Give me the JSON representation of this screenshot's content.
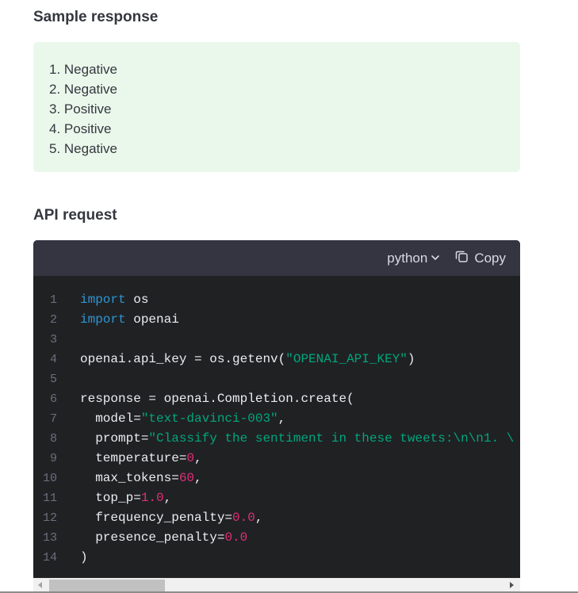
{
  "sample_response": {
    "title": "Sample response",
    "lines": [
      "1. Negative",
      "2. Negative",
      "3. Positive",
      "4. Positive",
      "5. Negative"
    ]
  },
  "api_request": {
    "title": "API request",
    "language": "python",
    "copy_label": "Copy",
    "code_lines": [
      {
        "n": "1",
        "tokens": [
          {
            "t": "import",
            "c": "kw"
          },
          {
            "t": " os",
            "c": ""
          }
        ]
      },
      {
        "n": "2",
        "tokens": [
          {
            "t": "import",
            "c": "kw"
          },
          {
            "t": " openai",
            "c": ""
          }
        ]
      },
      {
        "n": "3",
        "tokens": []
      },
      {
        "n": "4",
        "tokens": [
          {
            "t": "openai.api_key = os.getenv(",
            "c": ""
          },
          {
            "t": "\"OPENAI_API_KEY\"",
            "c": "str"
          },
          {
            "t": ")",
            "c": ""
          }
        ]
      },
      {
        "n": "5",
        "tokens": []
      },
      {
        "n": "6",
        "tokens": [
          {
            "t": "response = openai.Completion.create(",
            "c": ""
          }
        ]
      },
      {
        "n": "7",
        "tokens": [
          {
            "t": "  model=",
            "c": ""
          },
          {
            "t": "\"text-davinci-003\"",
            "c": "str"
          },
          {
            "t": ",",
            "c": ""
          }
        ]
      },
      {
        "n": "8",
        "tokens": [
          {
            "t": "  prompt=",
            "c": ""
          },
          {
            "t": "\"Classify the sentiment in these tweets:\\n\\n1. \\",
            "c": "str"
          }
        ]
      },
      {
        "n": "9",
        "tokens": [
          {
            "t": "  temperature=",
            "c": ""
          },
          {
            "t": "0",
            "c": "num"
          },
          {
            "t": ",",
            "c": ""
          }
        ]
      },
      {
        "n": "10",
        "tokens": [
          {
            "t": "  max_tokens=",
            "c": ""
          },
          {
            "t": "60",
            "c": "num"
          },
          {
            "t": ",",
            "c": ""
          }
        ]
      },
      {
        "n": "11",
        "tokens": [
          {
            "t": "  top_p=",
            "c": ""
          },
          {
            "t": "1.0",
            "c": "num"
          },
          {
            "t": ",",
            "c": ""
          }
        ]
      },
      {
        "n": "12",
        "tokens": [
          {
            "t": "  frequency_penalty=",
            "c": ""
          },
          {
            "t": "0.0",
            "c": "num"
          },
          {
            "t": ",",
            "c": ""
          }
        ]
      },
      {
        "n": "13",
        "tokens": [
          {
            "t": "  presence_penalty=",
            "c": ""
          },
          {
            "t": "0.0",
            "c": "num"
          }
        ]
      },
      {
        "n": "14",
        "tokens": [
          {
            "t": ")",
            "c": ""
          }
        ]
      }
    ]
  },
  "icons": {
    "language_dropdown": "chevron-down-icon",
    "copy": "copy-icon"
  },
  "colors": {
    "keyword": "#2e95d3",
    "string": "#00a67d",
    "number": "#df3079",
    "response_bg": "#eaf8eb",
    "code_bg": "#202123",
    "code_header_bg": "#343541"
  }
}
